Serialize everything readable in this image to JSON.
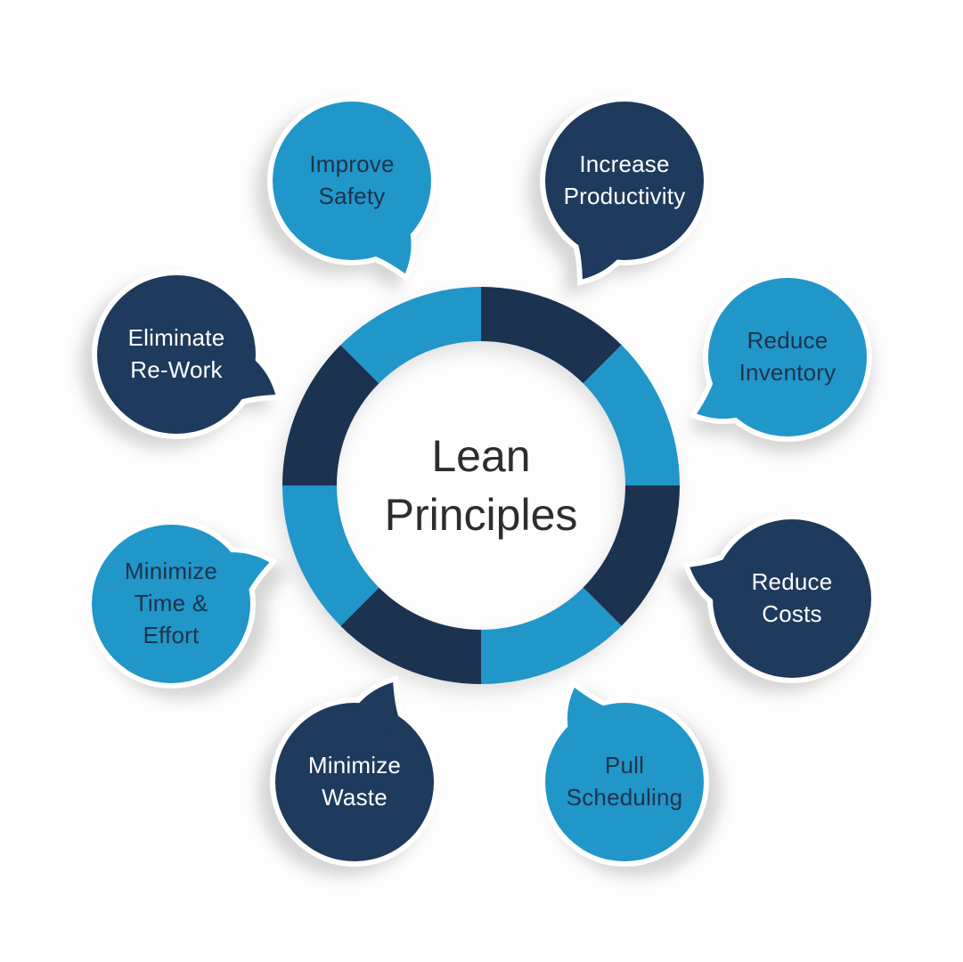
{
  "center": {
    "label": "Lean\nPrinciples"
  },
  "bubbles": [
    {
      "id": "improve-safety",
      "label": "Improve\nSafety",
      "variant": "light"
    },
    {
      "id": "increase-productivity",
      "label": "Increase\nProductivity",
      "variant": "dark"
    },
    {
      "id": "reduce-inventory",
      "label": "Reduce\nInventory",
      "variant": "light"
    },
    {
      "id": "reduce-costs",
      "label": "Reduce\nCosts",
      "variant": "dark"
    },
    {
      "id": "pull-scheduling",
      "label": "Pull\nScheduling",
      "variant": "light"
    },
    {
      "id": "minimize-waste",
      "label": "Minimize\nWaste",
      "variant": "dark"
    },
    {
      "id": "minimize-time-effort",
      "label": "Minimize\nTime &\nEffort",
      "variant": "light"
    },
    {
      "id": "eliminate-rework",
      "label": "Eliminate\nRe-Work",
      "variant": "dark"
    }
  ],
  "ring": {
    "segment_count": 8,
    "start": "top",
    "direction": "clockwise",
    "segment_colors": [
      "dark",
      "light",
      "dark",
      "light",
      "dark",
      "light",
      "dark",
      "light"
    ]
  },
  "colors": {
    "light_blue": "#2196c9",
    "dark_navy": "#1e3a5c",
    "ring_dark": "#1b3351",
    "text_on_light": "#1d3349",
    "text_on_dark": "#ffffff",
    "center_text": "#2d2d2d",
    "background": "#fdfdfd"
  }
}
